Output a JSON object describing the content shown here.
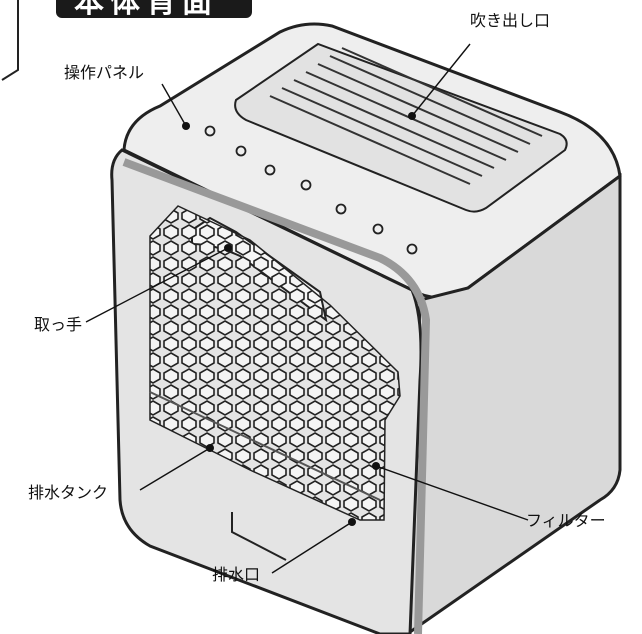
{
  "diagram": {
    "title": "本体背面",
    "labels": {
      "outlet": "吹き出し口",
      "control_panel": "操作パネル",
      "handle": "取っ手",
      "water_tank": "排水タンク",
      "filter": "フィルター",
      "drain": "排水口"
    }
  },
  "colors": {
    "body": "#e9e9e9",
    "body_shadow": "#d2d2d2",
    "outline": "#222222",
    "trim": "#bdbdbd",
    "badge": "#1a1a1a"
  }
}
